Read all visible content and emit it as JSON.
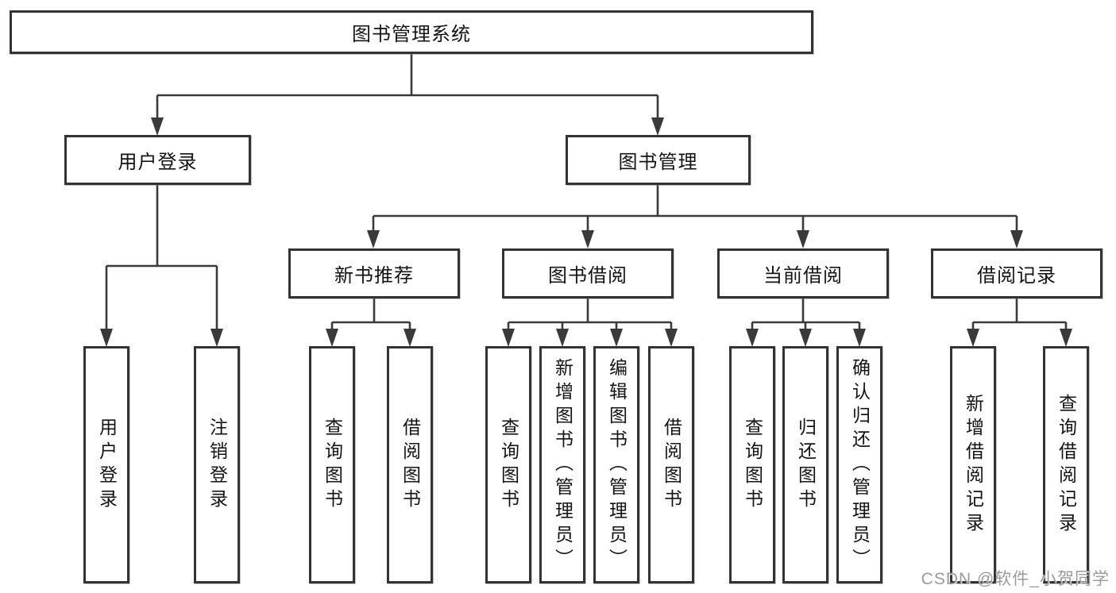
{
  "tree": {
    "root": {
      "label": "图书管理系统"
    },
    "children": [
      {
        "label": "用户登录",
        "children": [
          {
            "label": "用户登录"
          },
          {
            "label": "注销登录"
          }
        ]
      },
      {
        "label": "图书管理",
        "children": [
          {
            "label": "新书推荐",
            "children": [
              {
                "label": "查询图书"
              },
              {
                "label": "借阅图书"
              }
            ]
          },
          {
            "label": "图书借阅",
            "children": [
              {
                "label": "查询图书"
              },
              {
                "label": "新增图书（管理员）"
              },
              {
                "label": "编辑图书（管理员）"
              },
              {
                "label": "借阅图书"
              }
            ]
          },
          {
            "label": "当前借阅",
            "children": [
              {
                "label": "查询图书"
              },
              {
                "label": "归还图书"
              },
              {
                "label": "确认归还（管理员）"
              }
            ]
          },
          {
            "label": "借阅记录",
            "children": [
              {
                "label": "新增借阅记录"
              },
              {
                "label": "查询借阅记录"
              }
            ]
          }
        ]
      }
    ]
  },
  "watermark": {
    "text": "CSDN @软件_小贺同学"
  },
  "colors": {
    "line": "#3a3a3a",
    "border": "#333333",
    "text": "#141414",
    "watermark": "#9b9b9b",
    "background": "#ffffff"
  }
}
